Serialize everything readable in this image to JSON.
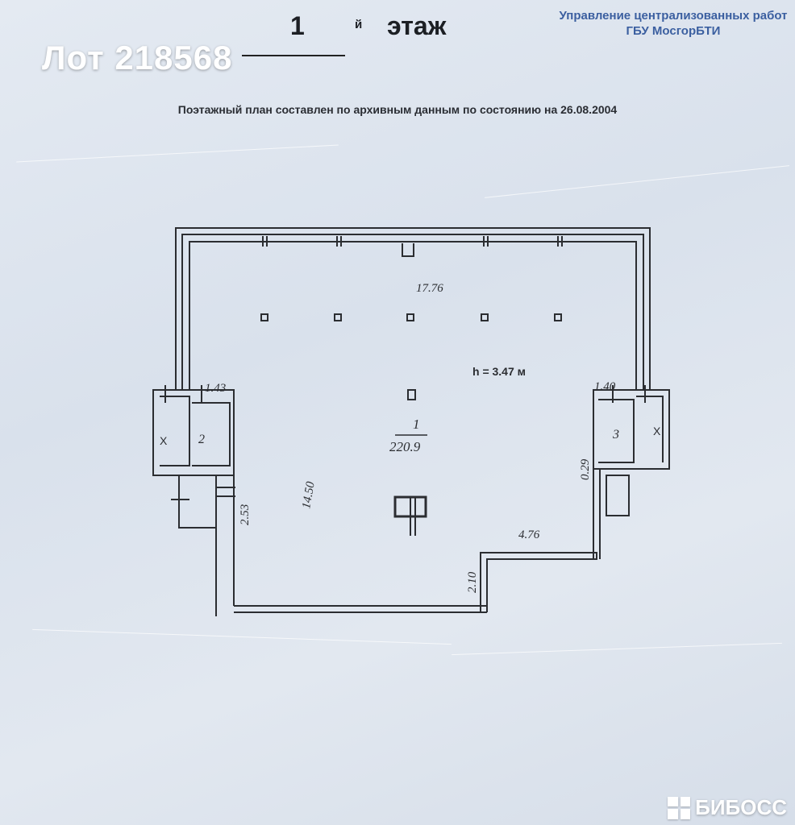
{
  "lot_label": "Лот 218568",
  "floor": {
    "number": "1",
    "suffix": "й",
    "word": "этаж"
  },
  "organization": {
    "line1": "Управление централизованных работ",
    "line2": "ГБУ МосгорБТИ"
  },
  "subtitle": "Поэтажный план составлен по архивным данным по состоянию на 26.08.2004",
  "plan": {
    "height_label": "h = 3.47 м",
    "dim_top": "17.76",
    "dim_left_small": "1.43",
    "dim_right_small": "1.40",
    "dim_left_vertical": "14.50",
    "dim_left_lower": "2.53",
    "dim_right_vertical": "0.29",
    "dim_bottom_right": "4.76",
    "dim_step": "2.10",
    "room_main_number": "1",
    "room_main_area": "220.9",
    "room_2": "2",
    "room_3": "3",
    "mark_x_left": "X",
    "mark_x_right": "X"
  },
  "watermark_logo": "БИБОСС"
}
